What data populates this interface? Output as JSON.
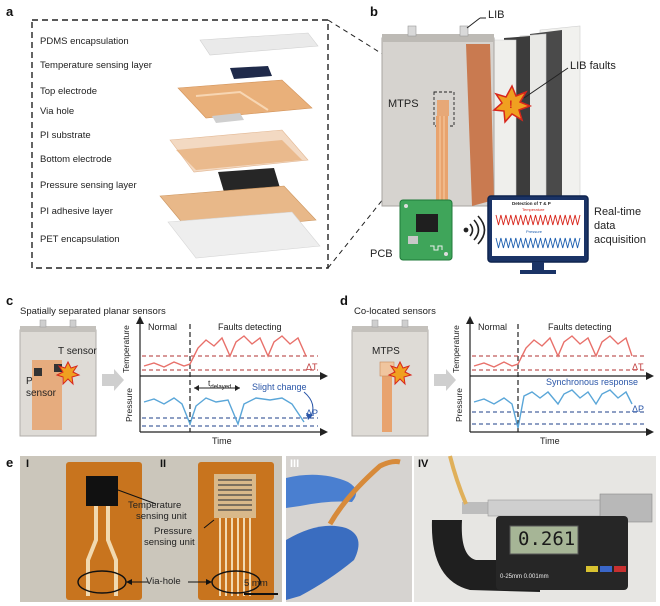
{
  "panel_a": {
    "label": "a",
    "layers": [
      "PDMS encapsulation",
      "Temperature sensing layer",
      "Top electrode",
      "Via hole",
      "PI substrate",
      "Bottom electrode",
      "Pressure sensing layer",
      "PI adhesive layer",
      "PET encapsulation"
    ]
  },
  "panel_b": {
    "label": "b",
    "lib": "LIB",
    "lib_faults": "LIB faults",
    "mtps": "MTPS",
    "pcb": "PCB",
    "realtime_1": "Real-time",
    "realtime_2": "data",
    "realtime_3": "acquisition",
    "monitor_title": "Detection of T & P",
    "monitor_temp": "Temperature",
    "monitor_pressure": "Pressure"
  },
  "panel_c": {
    "label": "c",
    "title": "Spatially separated planar sensors",
    "t_sensor": "T sensor",
    "p_sensor_1": "P",
    "p_sensor_2": "sensor",
    "normal": "Normal",
    "faults": "Faults detecting",
    "ylabel_top": "Temperature",
    "ylabel_bottom": "Pressure",
    "xlabel": "Time",
    "delta_t": "ΔT",
    "delta_p": "ΔP",
    "t_delayed_main": "t",
    "t_delayed_sub": "delayed",
    "slight_change": "Slight change"
  },
  "panel_d": {
    "label": "d",
    "title": "Co-located sensors",
    "mtps": "MTPS",
    "normal": "Normal",
    "faults": "Faults detecting",
    "ylabel_top": "Temperature",
    "ylabel_bottom": "Pressure",
    "xlabel": "Time",
    "delta_t": "ΔT",
    "delta_p": "ΔP",
    "sync": "Synchronous response"
  },
  "panel_e": {
    "label": "e",
    "sub_i": "I",
    "sub_ii": "II",
    "sub_iii": "III",
    "sub_iv": "IV",
    "temp_unit_1": "Temperature",
    "temp_unit_2": "sensing unit",
    "press_unit_1": "Pressure",
    "press_unit_2": "sensing unit",
    "via_hole": "Via-hole",
    "scale": "5 mm",
    "micrometer_reading": "0.261",
    "micrometer_range": "0-25mm 0.001mm"
  },
  "colors": {
    "temperature_line": "#e8706a",
    "pressure_line": "#5aa6d8",
    "dashed_red": "#b03030",
    "dashed_blue": "#1c3f8a",
    "copper": "#d98e5a",
    "text_blue": "#2a56a8",
    "text_red": "#c03a3a"
  }
}
